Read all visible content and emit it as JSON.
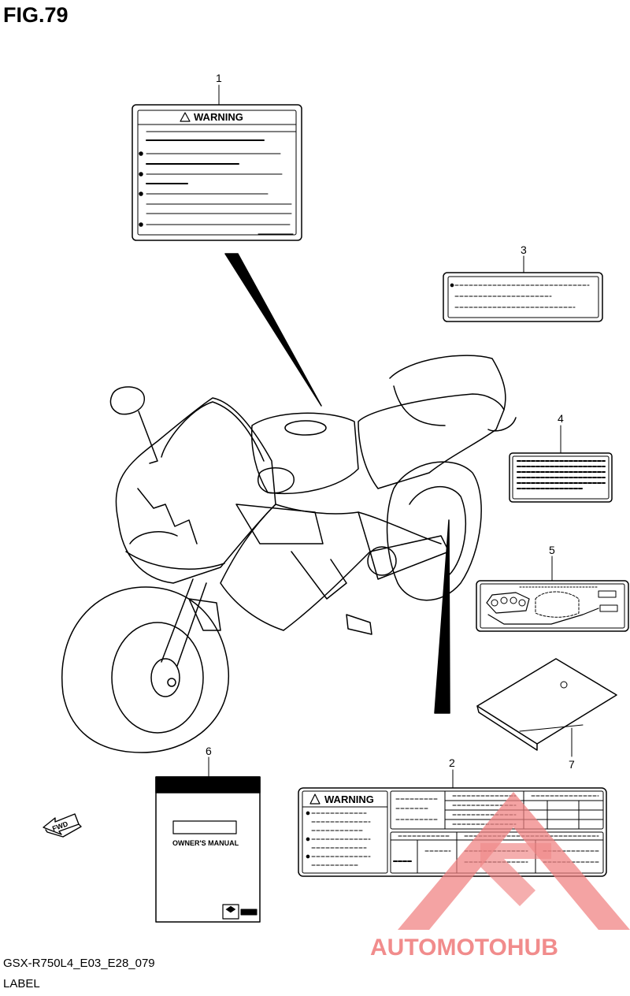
{
  "figure": {
    "title": "FIG.79",
    "code": "GSX-R750L4_E03_E28_079",
    "section": "LABEL"
  },
  "parts": [
    {
      "number": "1",
      "text": "WARNING"
    },
    {
      "number": "2",
      "text": "WARNING"
    },
    {
      "number": "3"
    },
    {
      "number": "4"
    },
    {
      "number": "5"
    },
    {
      "number": "6",
      "text": "OWNER'S MANUAL"
    },
    {
      "number": "7"
    }
  ],
  "direction_marker": "FWD",
  "watermark": {
    "brand": "AUTOMOTOHUB",
    "colors": {
      "primary": "#f08080",
      "dark": "#6d6d6d",
      "accent": "#f5c16a"
    }
  },
  "icons": [
    "warning-triangle-icon",
    "suzuki-logo-icon",
    "fwd-arrow-icon"
  ]
}
